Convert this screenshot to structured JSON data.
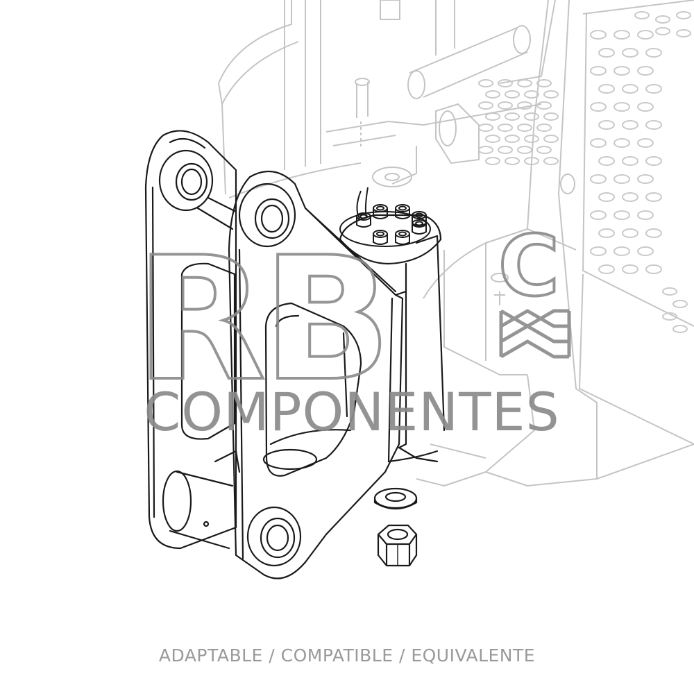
{
  "watermark": {
    "logo_text": "RB",
    "logo_superscript": "C",
    "wordmark": "COMPONENTES"
  },
  "caption": "ADAPTABLE / COMPATIBLE / EQUIVALENTE",
  "colors": {
    "line_dark": "#1a1a1a",
    "line_ghost": "#c4c4c4",
    "watermark": "#8a8a8a",
    "caption": "#9a9a9a"
  }
}
